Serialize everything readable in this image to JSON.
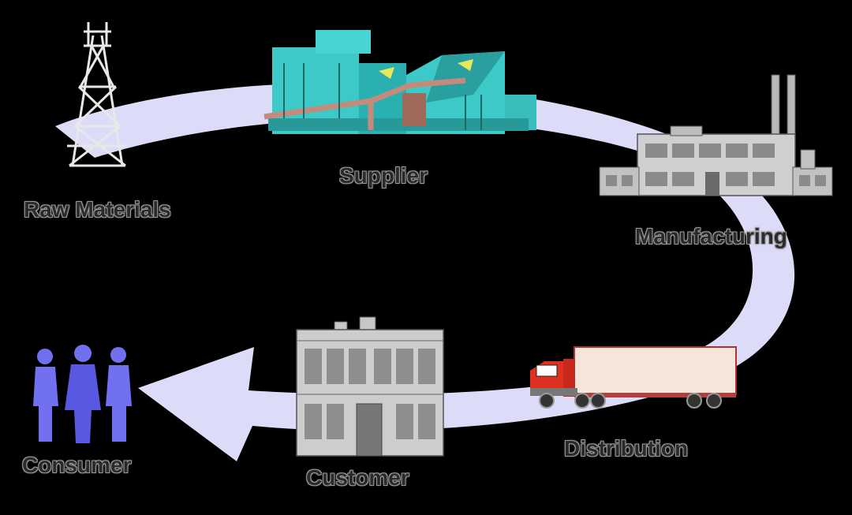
{
  "stages": {
    "raw_materials": "Raw Materials",
    "supplier": "Supplier",
    "manufacturing": "Manufacturing",
    "distribution": "Distribution",
    "customer": "Customer",
    "consumer": "Consumer"
  },
  "colors": {
    "background": "#000000",
    "flow_arrow": "#dcdcf8",
    "supplier_plant": "#3ec9c9",
    "factory": "#cfcfcf",
    "truck_cab": "#e03020",
    "trailer": "#f4e6d8",
    "consumers": "#7070f0"
  },
  "icons": [
    "oil-derrick-icon",
    "supplier-plant-icon",
    "factory-icon",
    "truck-icon",
    "store-building-icon",
    "people-icon"
  ]
}
